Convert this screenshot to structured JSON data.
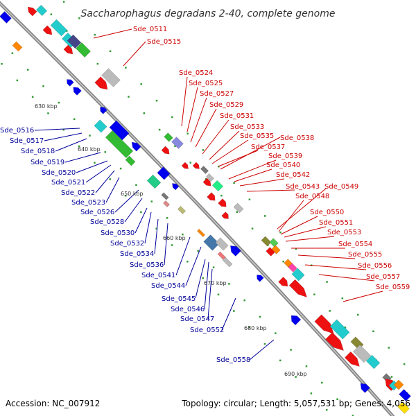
{
  "title": "Saccharophagus degradans 2-40, complete genome",
  "footer": {
    "accession": "Accession: NC_007912",
    "summary": "Topology: circular; Length: 5,057,531 bp; Genes: 4,056"
  },
  "colors": {
    "forward_label": "#cc0000",
    "reverse_label": "#000099",
    "backbone": "#808080",
    "tick_dot": "#339933"
  },
  "ticks": [
    "630 kbp",
    "640 kbp",
    "650 kbp",
    "660 kbp",
    "670 kbp",
    "680 kbp",
    "690 kbp"
  ],
  "forward_labels": [
    "Sde_0511",
    "Sde_0515",
    "Sde_0524",
    "Sde_0525",
    "Sde_0527",
    "Sde_0529",
    "Sde_0531",
    "Sde_0533",
    "Sde_0535",
    "Sde_0537",
    "Sde_0538",
    "Sde_0539",
    "Sde_0540",
    "Sde_0542",
    "Sde_0543",
    "Sde_0549",
    "Sde_0548",
    "Sde_0550",
    "Sde_0551",
    "Sde_0553",
    "Sde_0554",
    "Sde_0555",
    "Sde_0556",
    "Sde_0557",
    "Sde_0559"
  ],
  "reverse_labels": [
    "Sde_0516",
    "Sde_0517",
    "Sde_0518",
    "Sde_0519",
    "Sde_0520",
    "Sde_0521",
    "Sde_0522",
    "Sde_0523",
    "Sde_0526",
    "Sde_0528",
    "Sde_0530",
    "Sde_0532",
    "Sde_0534",
    "Sde_0536",
    "Sde_0541",
    "Sde_0544",
    "Sde_0545",
    "Sde_0546",
    "Sde_0547",
    "Sde_0552",
    "Sde_0558"
  ]
}
